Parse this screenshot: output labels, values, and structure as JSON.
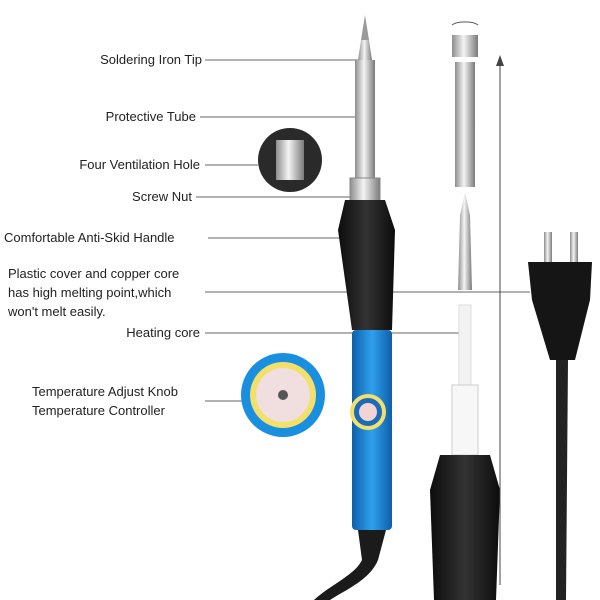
{
  "labels": {
    "tip": "Soldering Iron Tip",
    "tube": "Protective Tube",
    "vent": "Four Ventilation Hole",
    "nut": "Screw Nut",
    "handle": "Comfortable Anti-Skid Handle",
    "plastic_1": "Plastic cover and copper core",
    "plastic_2": "has high melting point,which",
    "plastic_3": "won't melt easily.",
    "heating": "Heating core",
    "knob_1": "Temperature Adjust Knob",
    "knob_2": "Temperature Controller"
  },
  "colors": {
    "blue": "#1d86d6",
    "black": "#1b1b1b",
    "silver": "#c9c9c9",
    "yellow": "#f2e06a"
  }
}
